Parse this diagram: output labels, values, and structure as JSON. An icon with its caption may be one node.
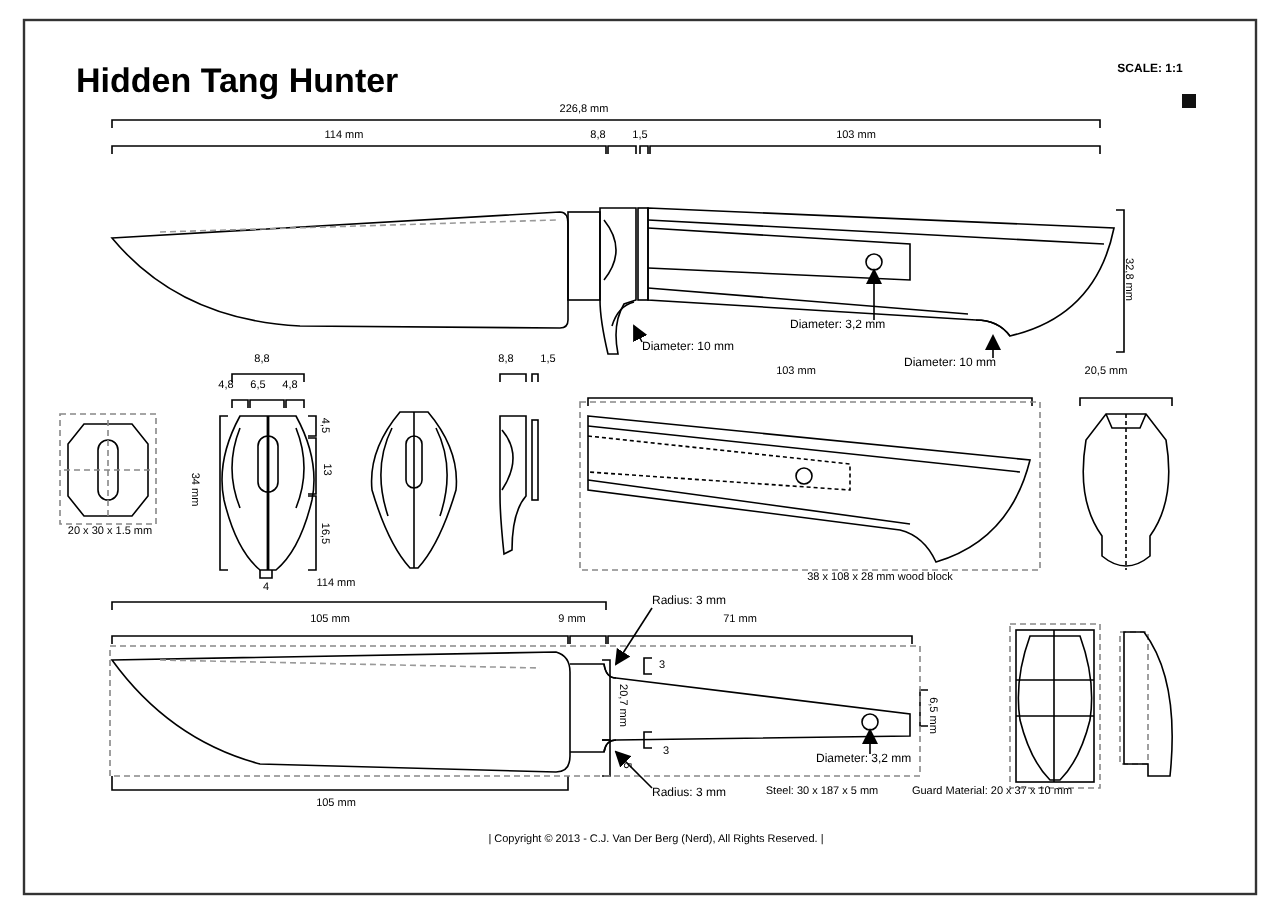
{
  "diagram": {
    "title": "Hidden Tang Hunter",
    "nodes": [
      {
        "text": [
          "Diameter: 10 mm"
        ]
      },
      {
        "text": [
          "Diameter: 3,2 mm"
        ]
      },
      {
        "text": [
          "Diameter: 10 mm"
        ]
      },
      {
        "text": [
          "Radius: 3 mm"
        ]
      },
      {
        "text": [
          "Diameter: 3,2 mm"
        ]
      },
      {
        "text": [
          "Radius: 3 mm"
        ]
      },
      {
        "text": [],
        "shape": "arc"
      },
      {
        "text": [],
        "shape": "circle"
      },
      {
        "text": [],
        "shape": "arc"
      },
      {
        "text": [],
        "shape": "arc"
      },
      {
        "text": [],
        "shape": "circle"
      },
      {
        "text": [],
        "shape": "arc"
      }
    ],
    "edges": [
      {
        "from": 0,
        "to": 6,
        "arrow": "to"
      },
      {
        "from": 1,
        "to": 7,
        "arrow": "to"
      },
      {
        "from": 2,
        "to": 8,
        "arrow": "to"
      },
      {
        "from": 3,
        "to": 9,
        "arrow": "to"
      },
      {
        "from": 4,
        "to": 10,
        "arrow": "to"
      },
      {
        "from": 5,
        "to": 11,
        "arrow": "to"
      }
    ],
    "labels": [
      "SCALE: 1:1",
      "226,8 mm",
      "114 mm",
      "8,8",
      "1,5",
      "103 mm",
      "32,8 mm",
      "8,8",
      "4,8",
      "6,5",
      "4,8",
      "4,5",
      "13",
      "16,5",
      "34 mm",
      "4",
      "20 x 30 x 1.5 mm",
      "8,8",
      "1,5",
      "103 mm",
      "20,5 mm",
      "38 x 108 x 28 mm wood block",
      "114 mm",
      "105 mm",
      "9 mm",
      "71 mm",
      "20,7 mm",
      "3",
      "3",
      "5",
      "6,5 mm",
      "105 mm",
      "Steel: 30 x 187 x 5 mm",
      "Guard Material: 20 x 37 x 10 mm",
      "| Copyright © 2013 - C.J. Van Der Berg (Nerd), All Rights Reserved. |"
    ]
  }
}
